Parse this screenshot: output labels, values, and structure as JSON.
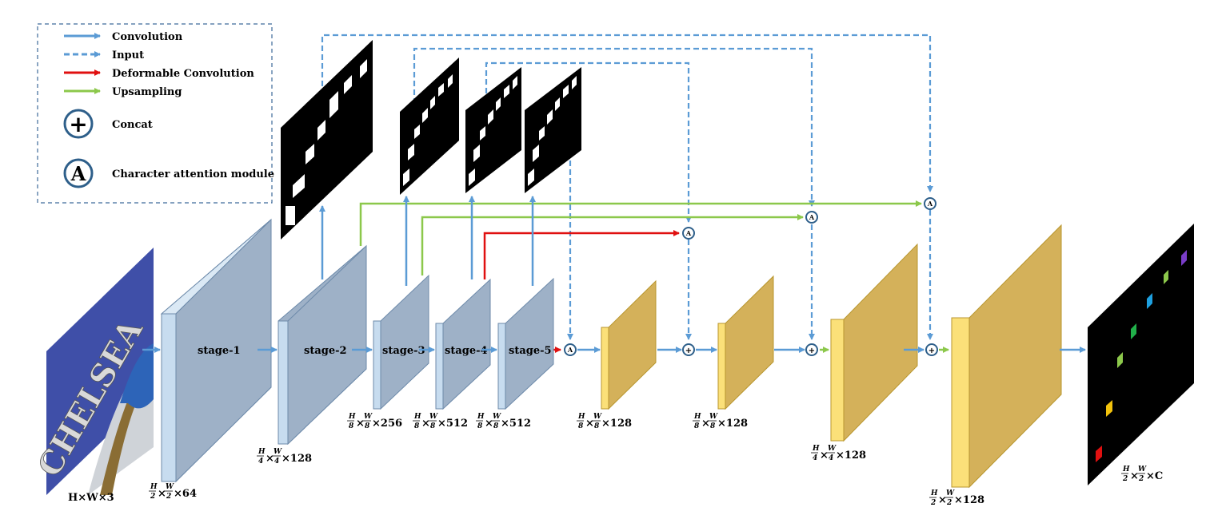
{
  "legend": {
    "convolution": "Convolution",
    "input": "Input",
    "deformable": "Deformable Convolution",
    "upsampling": "Upsampling",
    "concat": "Concat",
    "attention": "Character attention module",
    "concat_symbol": "+",
    "attention_symbol": "A"
  },
  "stages": {
    "s1": "stage-1",
    "s2": "stage-2",
    "s3": "stage-3",
    "s4": "stage-4",
    "s5": "stage-5"
  },
  "input_text": "CHELSEA",
  "dims": {
    "input": "H×W×3",
    "s1": {
      "num": "H",
      "den": "2",
      "num2": "W",
      "den2": "2",
      "rest": "×64"
    },
    "s2": {
      "num": "H",
      "den": "4",
      "num2": "W",
      "den2": "4",
      "rest": "×128"
    },
    "s3": {
      "num": "H",
      "den": "8",
      "num2": "W",
      "den2": "8",
      "rest": "×256"
    },
    "s4": {
      "num": "H",
      "den": "8",
      "num2": "W",
      "den2": "8",
      "rest": "×512"
    },
    "s5": {
      "num": "H",
      "den": "8",
      "num2": "W",
      "den2": "8",
      "rest": "×512"
    },
    "d1": {
      "num": "H",
      "den": "8",
      "num2": "W",
      "den2": "8",
      "rest": "×128"
    },
    "d2": {
      "num": "H",
      "den": "8",
      "num2": "W",
      "den2": "8",
      "rest": "×128"
    },
    "d3": {
      "num": "H",
      "den": "4",
      "num2": "W",
      "den2": "4",
      "rest": "×128"
    },
    "d4": {
      "num": "H",
      "den": "2",
      "num2": "W",
      "den2": "2",
      "rest": "×128"
    },
    "out": {
      "num": "H",
      "den": "2",
      "num2": "W",
      "den2": "2",
      "rest": "×C"
    }
  },
  "colors": {
    "conv": "#5b9bd5",
    "deformable": "#e01010",
    "upsampling": "#8cc84b",
    "encoder": "#9fb3c8",
    "decoder": "#d4b15a"
  }
}
